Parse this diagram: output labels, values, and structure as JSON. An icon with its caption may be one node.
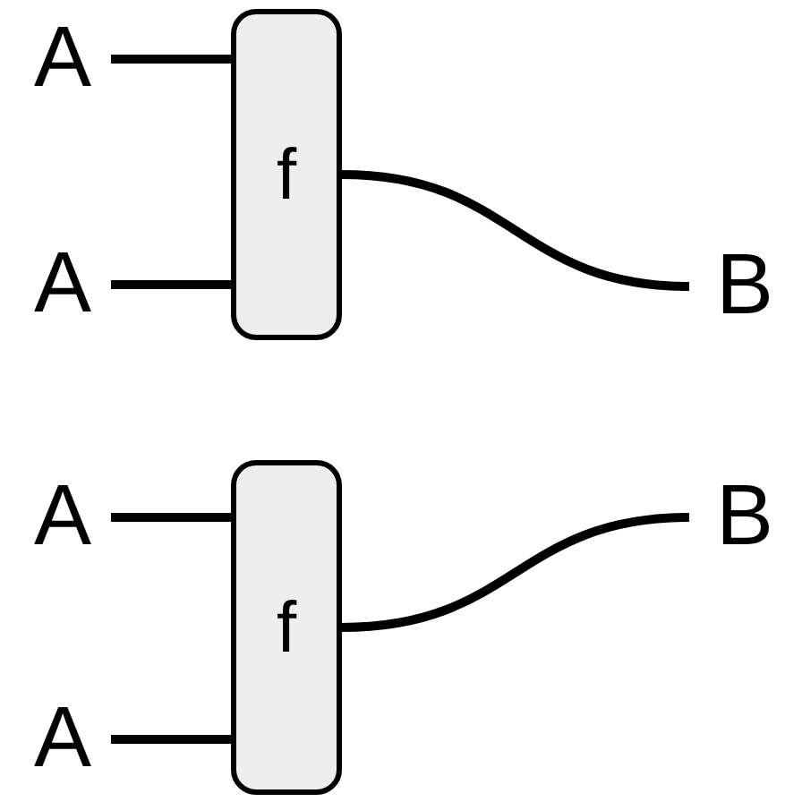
{
  "diagram": {
    "nodes": [
      {
        "text": [
          "A"
        ]
      },
      {
        "text": [
          "A"
        ]
      },
      {
        "text": [
          "f"
        ]
      },
      {
        "text": [
          "B"
        ]
      },
      {
        "text": [
          "A"
        ]
      },
      {
        "text": [
          "A"
        ]
      },
      {
        "text": [
          "f"
        ]
      },
      {
        "text": [
          "B"
        ]
      }
    ],
    "edges": [
      {
        "from": 0,
        "to": 2,
        "arrow": "none"
      },
      {
        "from": 1,
        "to": 2,
        "arrow": "none"
      },
      {
        "from": 2,
        "to": 3,
        "arrow": "none"
      },
      {
        "from": 4,
        "to": 6,
        "arrow": "none"
      },
      {
        "from": 5,
        "to": 6,
        "arrow": "none"
      },
      {
        "from": 6,
        "to": 7,
        "arrow": "none"
      }
    ]
  }
}
